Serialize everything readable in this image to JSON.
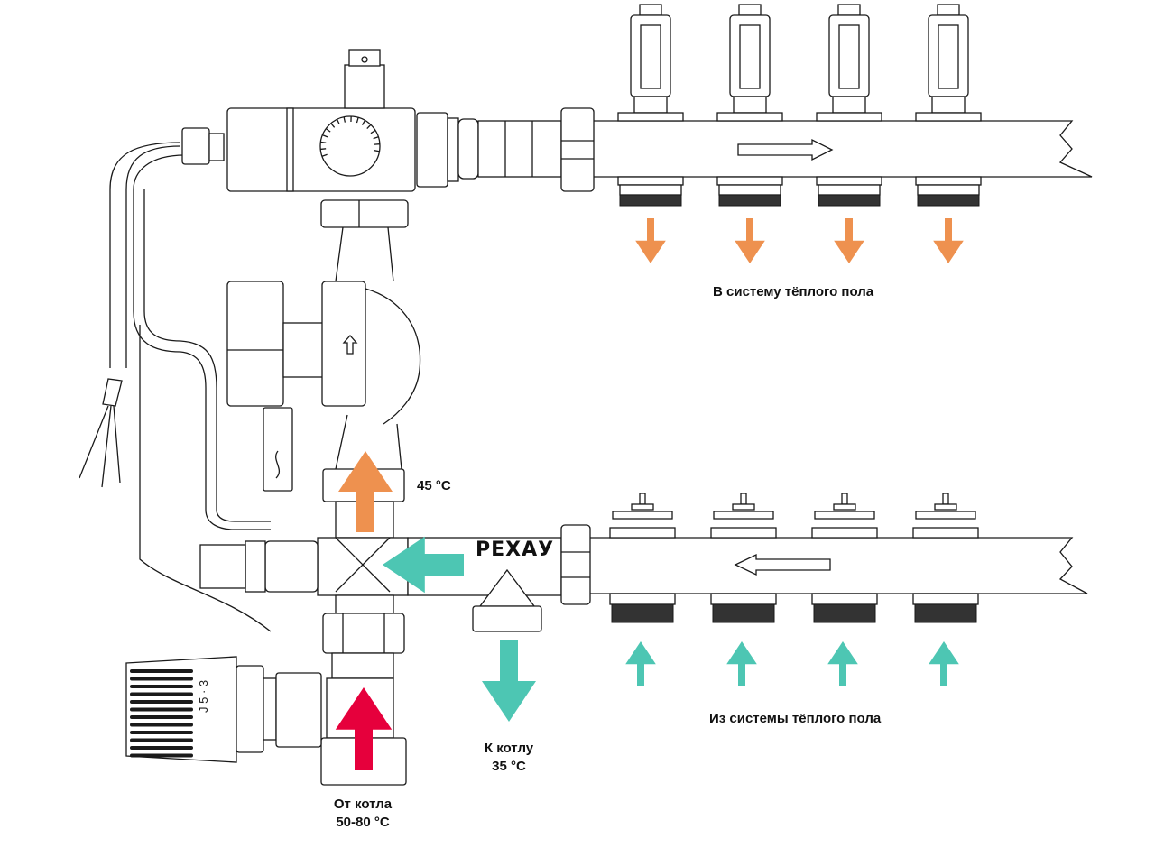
{
  "diagram": {
    "title": "Схема насосно-смесительного узла тёплого пола",
    "brand": "РЕХАУ",
    "colors": {
      "hot_supply": "#E6003C",
      "mixed_supply": "#EE914F",
      "return": "#4DC6B3",
      "outline": "#1A1A1A",
      "background": "#FFFFFF"
    },
    "labels": {
      "to_floor": "В систему тёплого пола",
      "from_floor": "Из системы тёплого пола",
      "mixed_temp": "45 °C",
      "to_boiler_line1": "К котлу",
      "to_boiler_line2": "35 °C",
      "from_boiler_line1": "От котла",
      "from_boiler_line2": "50-80 °C"
    },
    "thermostat_scale": "J 5 · 3",
    "supply_manifold": {
      "outlets": 4,
      "flow_direction": "right",
      "arrow_color_key": "mixed_supply"
    },
    "return_manifold": {
      "inlets": 4,
      "flow_direction": "left",
      "arrow_color_key": "return"
    },
    "flows": [
      {
        "id": "boiler-in",
        "direction": "up",
        "color_key": "hot_supply"
      },
      {
        "id": "mix-up",
        "direction": "up",
        "color_key": "mixed_supply"
      },
      {
        "id": "return-into-mixer",
        "direction": "left",
        "color_key": "return"
      },
      {
        "id": "boiler-out",
        "direction": "down",
        "color_key": "return"
      }
    ]
  }
}
